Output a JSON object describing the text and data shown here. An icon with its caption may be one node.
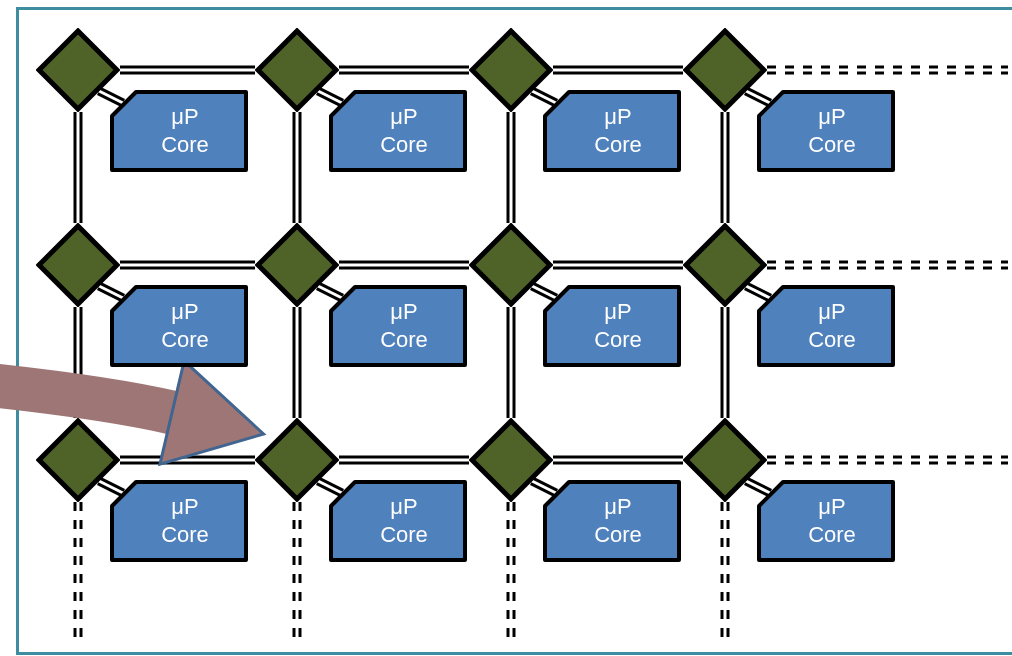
{
  "diagram": {
    "nodes": [
      {
        "text": [],
        "shape": "diamond"
      },
      {
        "text": [],
        "shape": "diamond"
      },
      {
        "text": [],
        "shape": "diamond"
      },
      {
        "text": [],
        "shape": "diamond"
      },
      {
        "text": [],
        "shape": "diamond"
      },
      {
        "text": [],
        "shape": "diamond"
      },
      {
        "text": [],
        "shape": "diamond"
      },
      {
        "text": [],
        "shape": "diamond"
      },
      {
        "text": [],
        "shape": "diamond"
      },
      {
        "text": [],
        "shape": "diamond"
      },
      {
        "text": [],
        "shape": "diamond"
      },
      {
        "text": [],
        "shape": "diamond"
      },
      {
        "text": [
          "μP Core"
        ]
      },
      {
        "text": [
          "μP Core"
        ]
      },
      {
        "text": [
          "μP Core"
        ]
      },
      {
        "text": [
          "μP Core"
        ]
      },
      {
        "text": [
          "μP Core"
        ]
      },
      {
        "text": [
          "μP Core"
        ]
      },
      {
        "text": [
          "μP Core"
        ]
      },
      {
        "text": [
          "μP Core"
        ]
      },
      {
        "text": [
          "μP Core"
        ]
      },
      {
        "text": [
          "μP Core"
        ]
      },
      {
        "text": [
          "μP Core"
        ]
      },
      {
        "text": [
          "μP Core"
        ]
      }
    ],
    "edges": [
      {
        "from": 0,
        "to": 1,
        "arrow": "none"
      },
      {
        "from": 1,
        "to": 2,
        "arrow": "none"
      },
      {
        "from": 2,
        "to": 3,
        "arrow": "none"
      },
      {
        "from": 4,
        "to": 5,
        "arrow": "none"
      },
      {
        "from": 5,
        "to": 6,
        "arrow": "none"
      },
      {
        "from": 6,
        "to": 7,
        "arrow": "none"
      },
      {
        "from": 8,
        "to": 9,
        "arrow": "none"
      },
      {
        "from": 9,
        "to": 10,
        "arrow": "none"
      },
      {
        "from": 10,
        "to": 11,
        "arrow": "none"
      },
      {
        "from": 0,
        "to": 4,
        "arrow": "none"
      },
      {
        "from": 1,
        "to": 5,
        "arrow": "none"
      },
      {
        "from": 2,
        "to": 6,
        "arrow": "none"
      },
      {
        "from": 3,
        "to": 7,
        "arrow": "none"
      },
      {
        "from": 4,
        "to": 8,
        "arrow": "none"
      },
      {
        "from": 5,
        "to": 9,
        "arrow": "none"
      },
      {
        "from": 6,
        "to": 10,
        "arrow": "none"
      },
      {
        "from": 7,
        "to": 11,
        "arrow": "none"
      },
      {
        "from": 0,
        "to": 12,
        "arrow": "none"
      },
      {
        "from": 1,
        "to": 13,
        "arrow": "none"
      },
      {
        "from": 2,
        "to": 14,
        "arrow": "none"
      },
      {
        "from": 3,
        "to": 15,
        "arrow": "none"
      },
      {
        "from": 4,
        "to": 16,
        "arrow": "none"
      },
      {
        "from": 5,
        "to": 17,
        "arrow": "none"
      },
      {
        "from": 6,
        "to": 18,
        "arrow": "none"
      },
      {
        "from": 7,
        "to": 19,
        "arrow": "none"
      },
      {
        "from": 8,
        "to": 20,
        "arrow": "none"
      },
      {
        "from": 9,
        "to": 21,
        "arrow": "none"
      },
      {
        "from": 10,
        "to": 22,
        "arrow": "none"
      },
      {
        "from": 11,
        "to": 23,
        "arrow": "none"
      },
      {
        "from": 3,
        "to": null,
        "arrow": "none",
        "style": "dashed"
      },
      {
        "from": 7,
        "to": null,
        "arrow": "none",
        "style": "dashed"
      },
      {
        "from": 11,
        "to": null,
        "arrow": "none",
        "style": "dashed"
      },
      {
        "from": 8,
        "to": null,
        "arrow": "none",
        "style": "dashed"
      },
      {
        "from": 9,
        "to": null,
        "arrow": "none",
        "style": "dashed"
      },
      {
        "from": 10,
        "to": null,
        "arrow": "none",
        "style": "dashed"
      },
      {
        "from": 11,
        "to": null,
        "arrow": "none",
        "style": "dashed"
      },
      {
        "from": null,
        "to": 9,
        "arrow": "to",
        "style": "thick",
        "color": "#9e7676"
      }
    ]
  }
}
